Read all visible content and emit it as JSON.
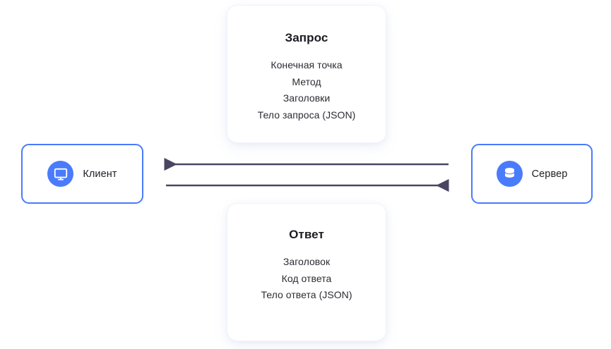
{
  "diagram": {
    "title_request": "Запрос",
    "title_response": "Ответ",
    "request_items": [
      "Конечная точка",
      "Метод",
      "Заголовки",
      "Тело запроса (JSON)"
    ],
    "response_items": [
      "Заголовок",
      "Код ответа",
      "Тело ответа (JSON)"
    ],
    "nodes": {
      "client_label": "Клиент",
      "server_label": "Сервер",
      "client_icon": "monitor-icon",
      "server_icon": "database-icon"
    },
    "arrows": {
      "response_direction": "left",
      "request_direction": "right"
    },
    "colors": {
      "accent_blue": "#4a7bfc",
      "arrow": "#4a4560",
      "text_dark": "#1b1b20",
      "text_body": "#2c2c33",
      "background": "#ffffff",
      "card_edge": "#f0f3fb"
    }
  }
}
